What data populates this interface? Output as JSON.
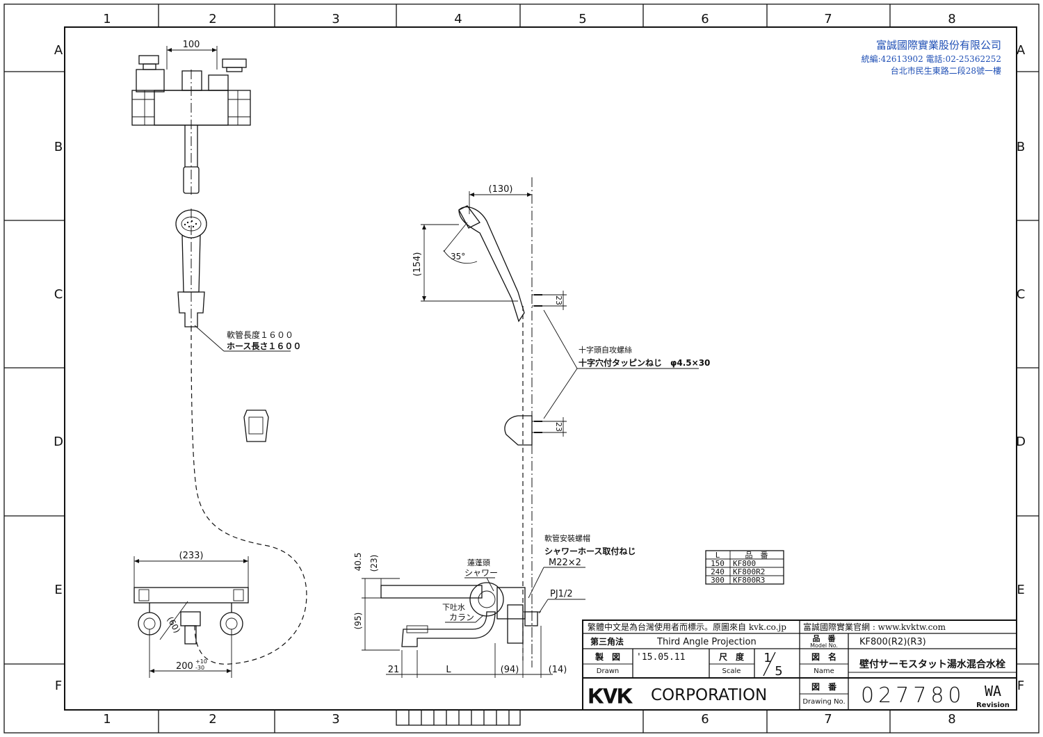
{
  "company": {
    "name": "富誠國際實業股份有限公司",
    "contact": "統編:42613902 電話:02-25362252",
    "address": "台北市民生東路二段28號一樓"
  },
  "grid": {
    "cols": [
      "1",
      "2",
      "3",
      "4",
      "5",
      "6",
      "7",
      "8"
    ],
    "rows": [
      "A",
      "B",
      "C",
      "D",
      "E",
      "F"
    ]
  },
  "dims": {
    "top_width": "100",
    "shower_width": "(130)",
    "shower_height": "(154)",
    "angle": "35°",
    "hook_gap_1": "23",
    "hook_gap_2": "23",
    "front_width": "(233)",
    "front_60": "(60)",
    "front_200": "200",
    "front_200_tol_upper": "+10",
    "front_200_tol_lower": "-30",
    "side_40_5": "40.5",
    "side_23": "(23)",
    "side_95": "(95)",
    "bottom_21": "21",
    "bottom_L": "L",
    "bottom_94": "(94)",
    "bottom_14": "(14)"
  },
  "notes": {
    "hose_length_zh": "軟管長度１６００",
    "hose_length_jp": "ホース長さ１６００",
    "screw_zh": "十字頭自攻螺絲",
    "screw_jp": "十字穴付タッピンねじ　φ4.5×30",
    "hose_nut_zh": "軟管安裝螺帽",
    "hose_nut_jp": "シャワーホース取付ねじ",
    "hose_nut_size": "M22×2",
    "pipe_thread": "PJ1/2",
    "shower_zh": "蓮蓬頭",
    "shower_jp": "シャワー",
    "spout_zh": "下吐水",
    "spout_jp": "カラン"
  },
  "model_table": {
    "headers": [
      "L",
      "品　番"
    ],
    "rows": [
      [
        "150",
        "KF800"
      ],
      [
        "240",
        "KF800R2"
      ],
      [
        "300",
        "KF800R3"
      ]
    ]
  },
  "title_block": {
    "notice": "繁體中文是為台灣使用者而標示。原圖來自 kvk.co.jp",
    "website": "富誠國際實業官網 : www.kvktw.com",
    "projection_zh": "第三角法",
    "projection_en": "Third Angle Projection",
    "model_label_zh": "品　番",
    "model_label_en": "Model No.",
    "model_value": "KF800(R2)(R3)",
    "drawn_label_zh": "製　図",
    "drawn_label_en": "Drawn",
    "drawn_date": "'15.05.11",
    "scale_label_zh": "尺　度",
    "scale_label_en": "Scale",
    "scale_num": "1",
    "scale_den": "5",
    "name_label_zh": "図　名",
    "name_label_en": "Name",
    "name_value": "壁付サーモスタット湯水混合水栓",
    "brand": "KVK",
    "corporation": "CORPORATION",
    "drawing_label_zh": "図　番",
    "drawing_label_en": "Drawing No.",
    "drawing_no": "027780",
    "revision_code": "WA",
    "revision_label": "Revision"
  }
}
